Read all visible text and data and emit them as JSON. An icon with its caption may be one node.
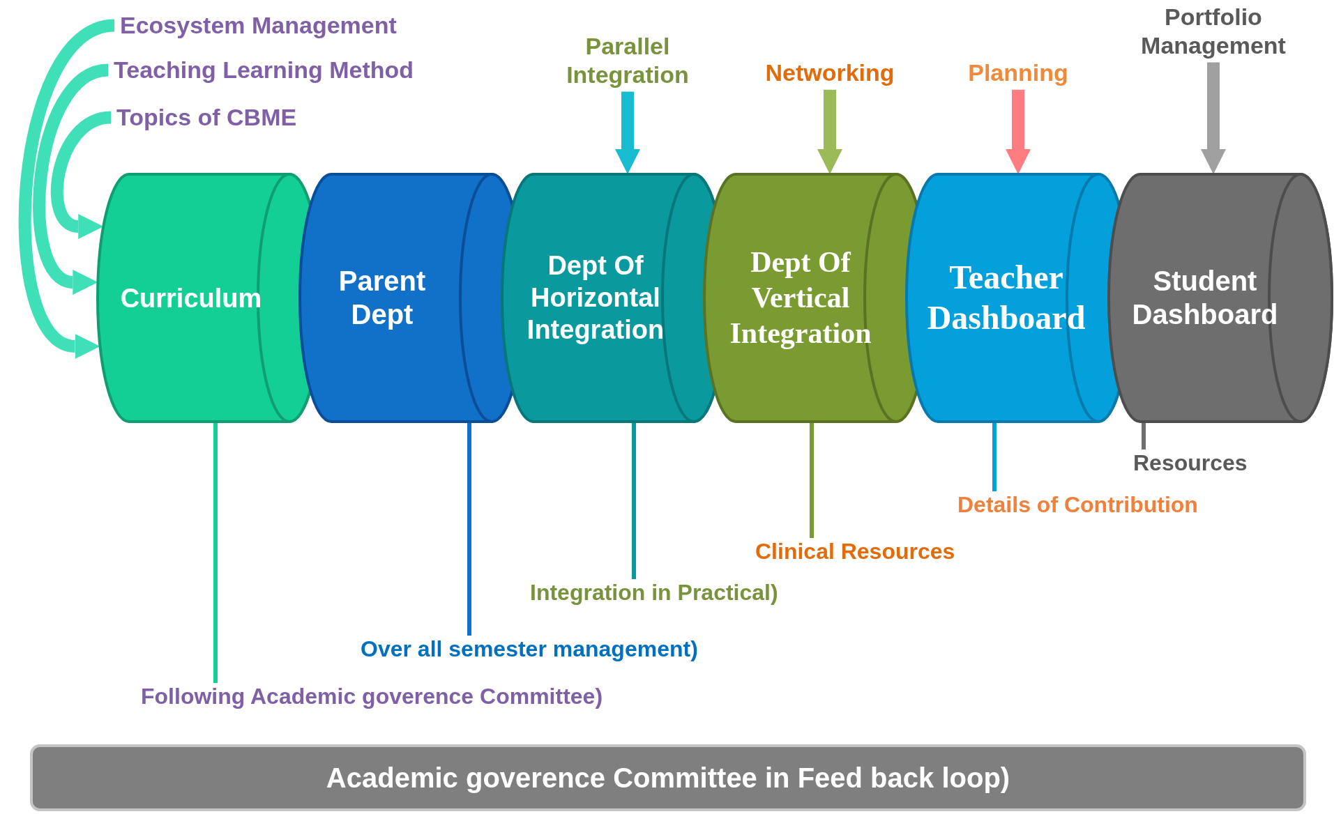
{
  "diagram": {
    "nodes": [
      {
        "text": [
          "Ecosystem Management"
        ]
      },
      {
        "text": [
          "Teaching Learning Method"
        ]
      },
      {
        "text": [
          "Topics of CBME"
        ]
      },
      {
        "text": [
          "Parallel Integration"
        ]
      },
      {
        "text": [
          "Networking"
        ]
      },
      {
        "text": [
          "Planning"
        ]
      },
      {
        "text": [
          "Portfolio Management"
        ]
      },
      {
        "text": [
          "Curriculum"
        ]
      },
      {
        "text": [
          "Parent Dept"
        ]
      },
      {
        "text": [
          "Dept Of Horizontal Integration"
        ]
      },
      {
        "text": [
          "Dept Of Vertical Integration"
        ]
      },
      {
        "text": [
          "Teacher Dashboard"
        ]
      },
      {
        "text": [
          "Student Dashboard"
        ]
      },
      {
        "text": [
          "Resources"
        ]
      },
      {
        "text": [
          "Details of Contribution"
        ]
      },
      {
        "text": [
          "Clinical Resources"
        ]
      },
      {
        "text": [
          "Integration in Practical)"
        ]
      },
      {
        "text": [
          "Over all semester management)"
        ]
      },
      {
        "text": [
          "Following Academic goverence Committee)"
        ]
      },
      {
        "text": [
          "Academic goverence Committee in Feed back loop)"
        ]
      }
    ],
    "edges": [
      {
        "from": 0,
        "to": 7,
        "arrow": "to",
        "color": "#3fe0b8"
      },
      {
        "from": 1,
        "to": 7,
        "arrow": "to",
        "color": "#3fe0b8"
      },
      {
        "from": 2,
        "to": 7,
        "arrow": "to",
        "color": "#3fe0b8"
      },
      {
        "from": 3,
        "to": 9,
        "arrow": "to",
        "color": "#17bcd0"
      },
      {
        "from": 4,
        "to": 10,
        "arrow": "to",
        "color": "#9bbb59"
      },
      {
        "from": 5,
        "to": 11,
        "arrow": "to",
        "color": "#ff7c80"
      },
      {
        "from": 6,
        "to": 12,
        "arrow": "to",
        "color": "#a0a0a0"
      },
      {
        "from": 7,
        "to": 18,
        "arrow": "none",
        "color": "#13cf96"
      },
      {
        "from": 8,
        "to": 17,
        "arrow": "none",
        "color": "#1170c8"
      },
      {
        "from": 9,
        "to": 16,
        "arrow": "none",
        "color": "#0a9a9e"
      },
      {
        "from": 10,
        "to": 15,
        "arrow": "none",
        "color": "#7a9a32"
      },
      {
        "from": 11,
        "to": 14,
        "arrow": "none",
        "color": "#04a0dc"
      },
      {
        "from": 12,
        "to": 13,
        "arrow": "none",
        "color": "#6e6e6e"
      }
    ]
  }
}
